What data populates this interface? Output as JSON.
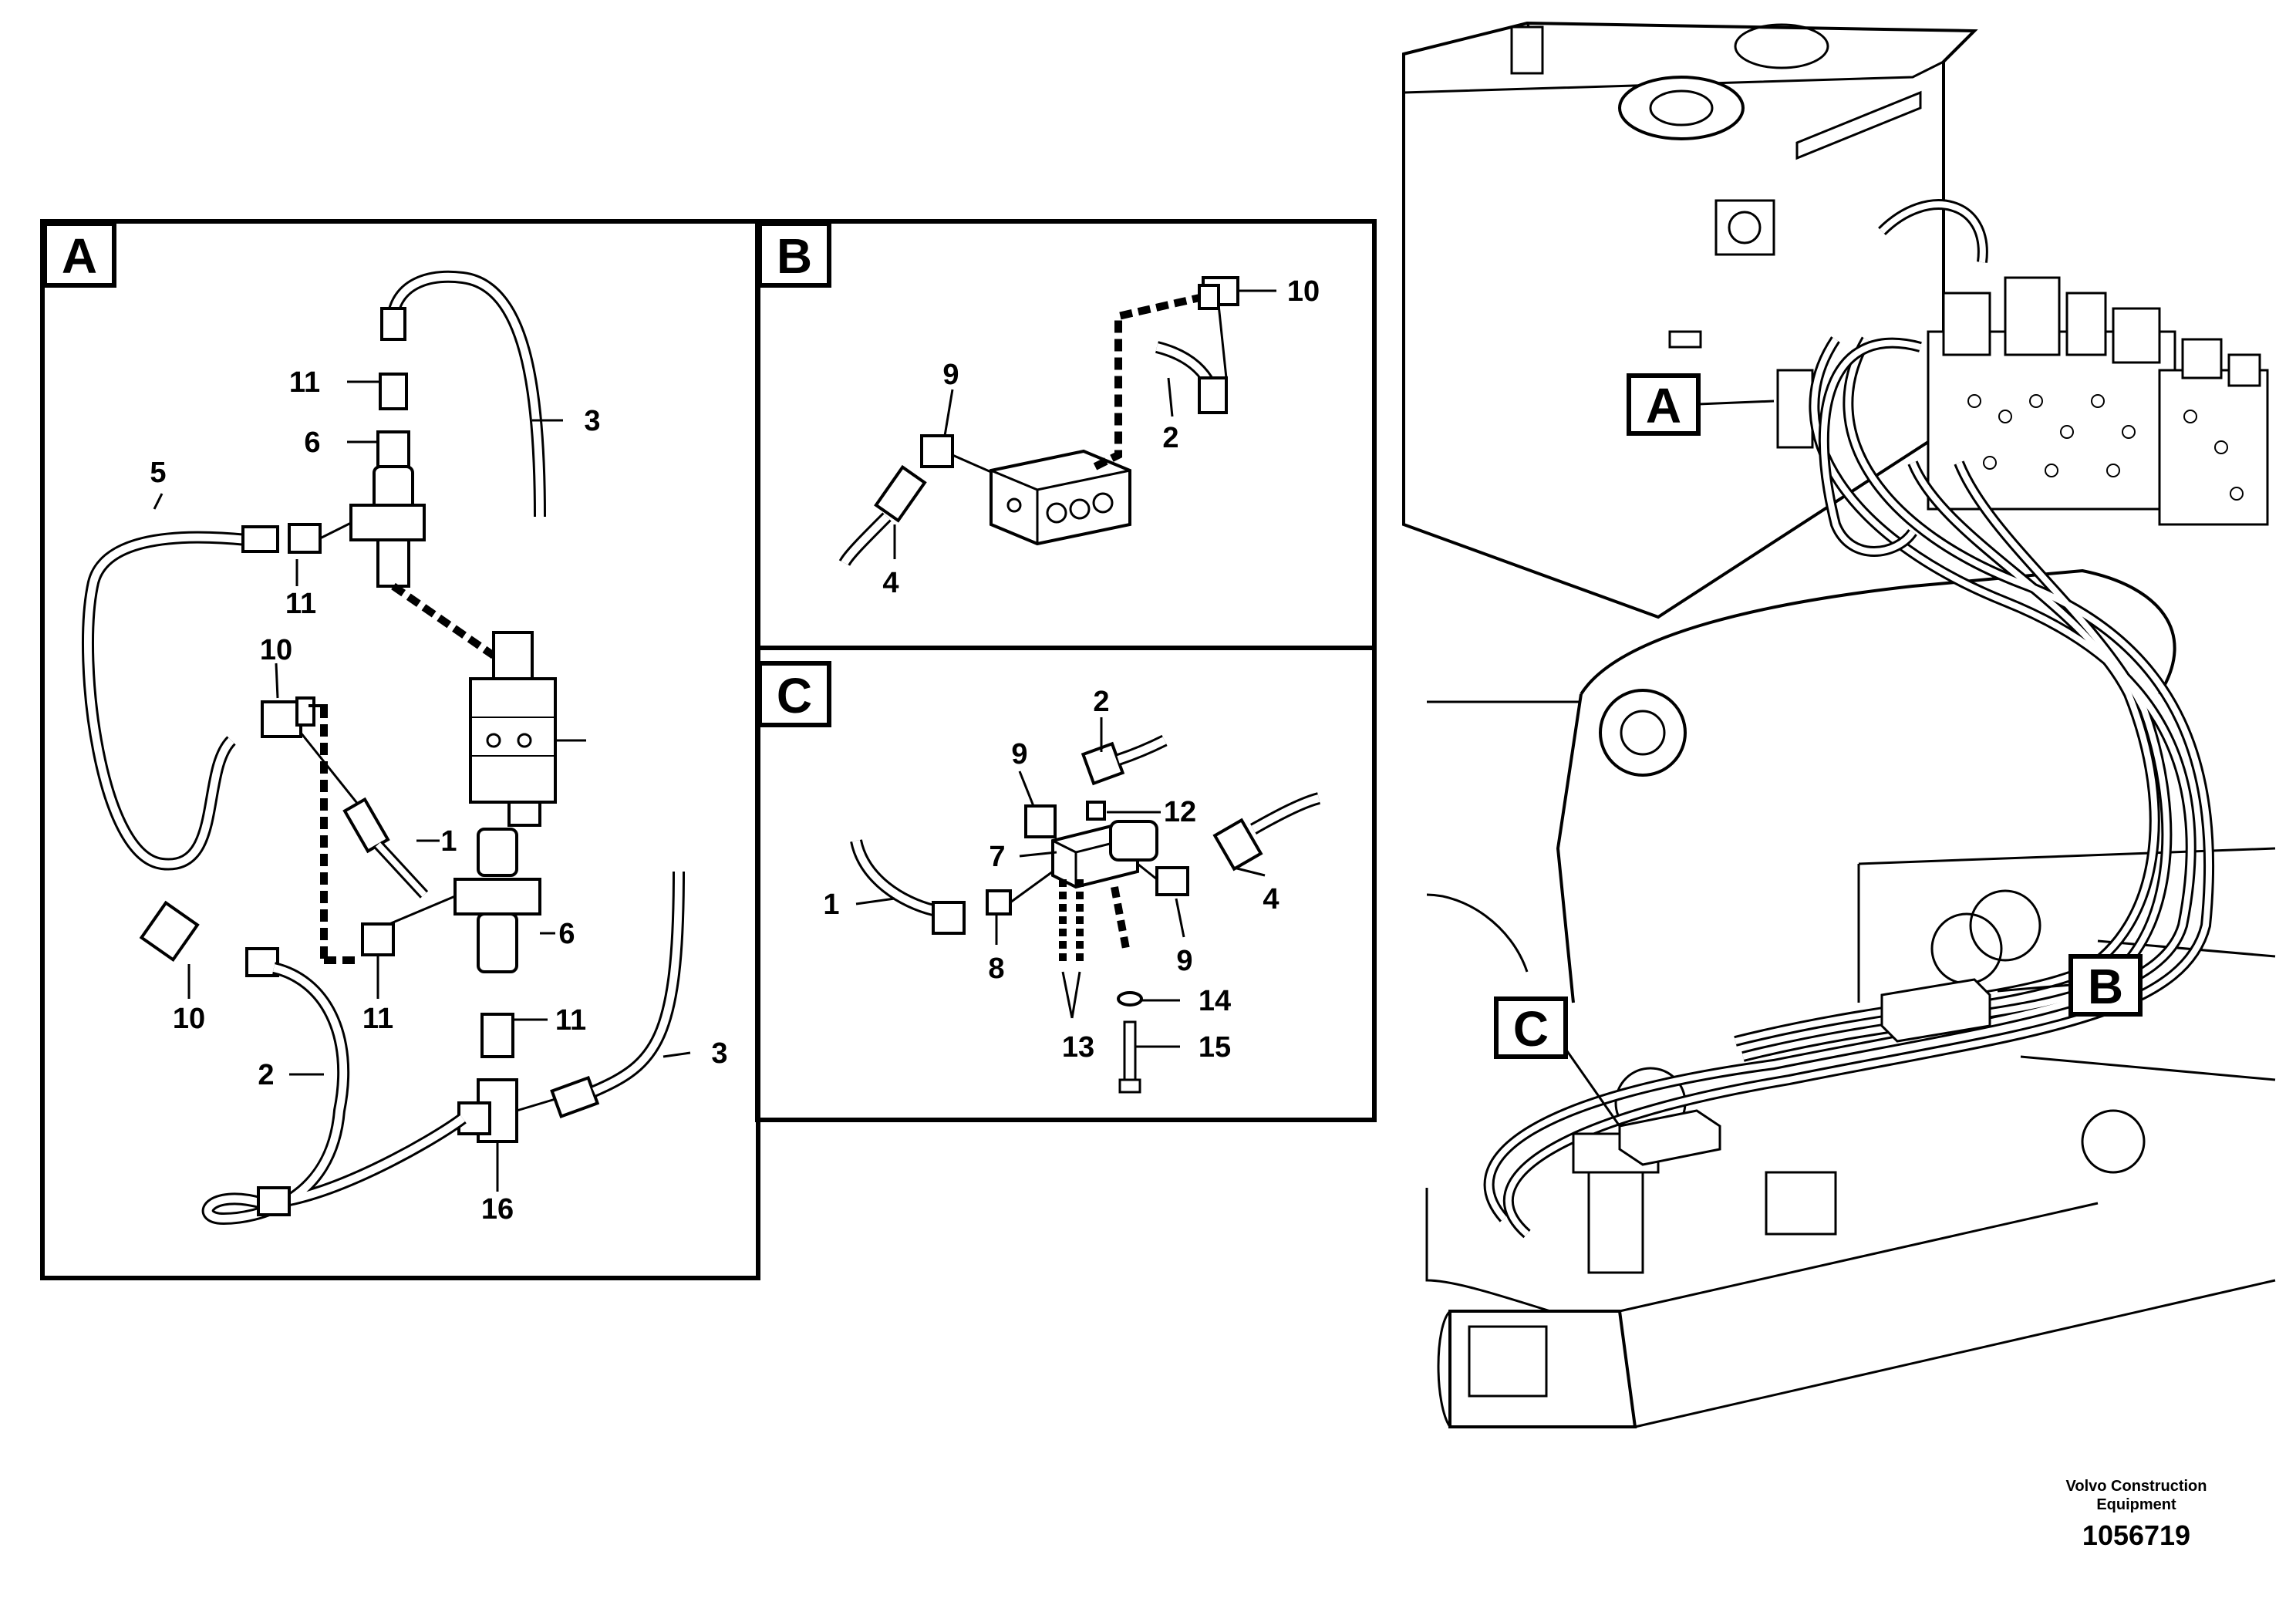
{
  "panels": {
    "a": {
      "letter": "A"
    },
    "b": {
      "letter": "B"
    },
    "c": {
      "letter": "C"
    }
  },
  "machine_refs": {
    "a": "A",
    "b": "B",
    "c": "C"
  },
  "callouts": {
    "a": [
      "11",
      "6",
      "3",
      "5",
      "11",
      "10",
      "1",
      "6",
      "10",
      "11",
      "11",
      "2",
      "3",
      "16"
    ],
    "b": [
      "10",
      "9",
      "2",
      "4"
    ],
    "c": [
      "2",
      "9",
      "12",
      "7",
      "4",
      "1",
      "9",
      "8",
      "14",
      "13",
      "15"
    ]
  },
  "footer": {
    "manufacturer_line1": "Volvo Construction",
    "manufacturer_line2": "Equipment",
    "illustration_number": "1056719"
  }
}
